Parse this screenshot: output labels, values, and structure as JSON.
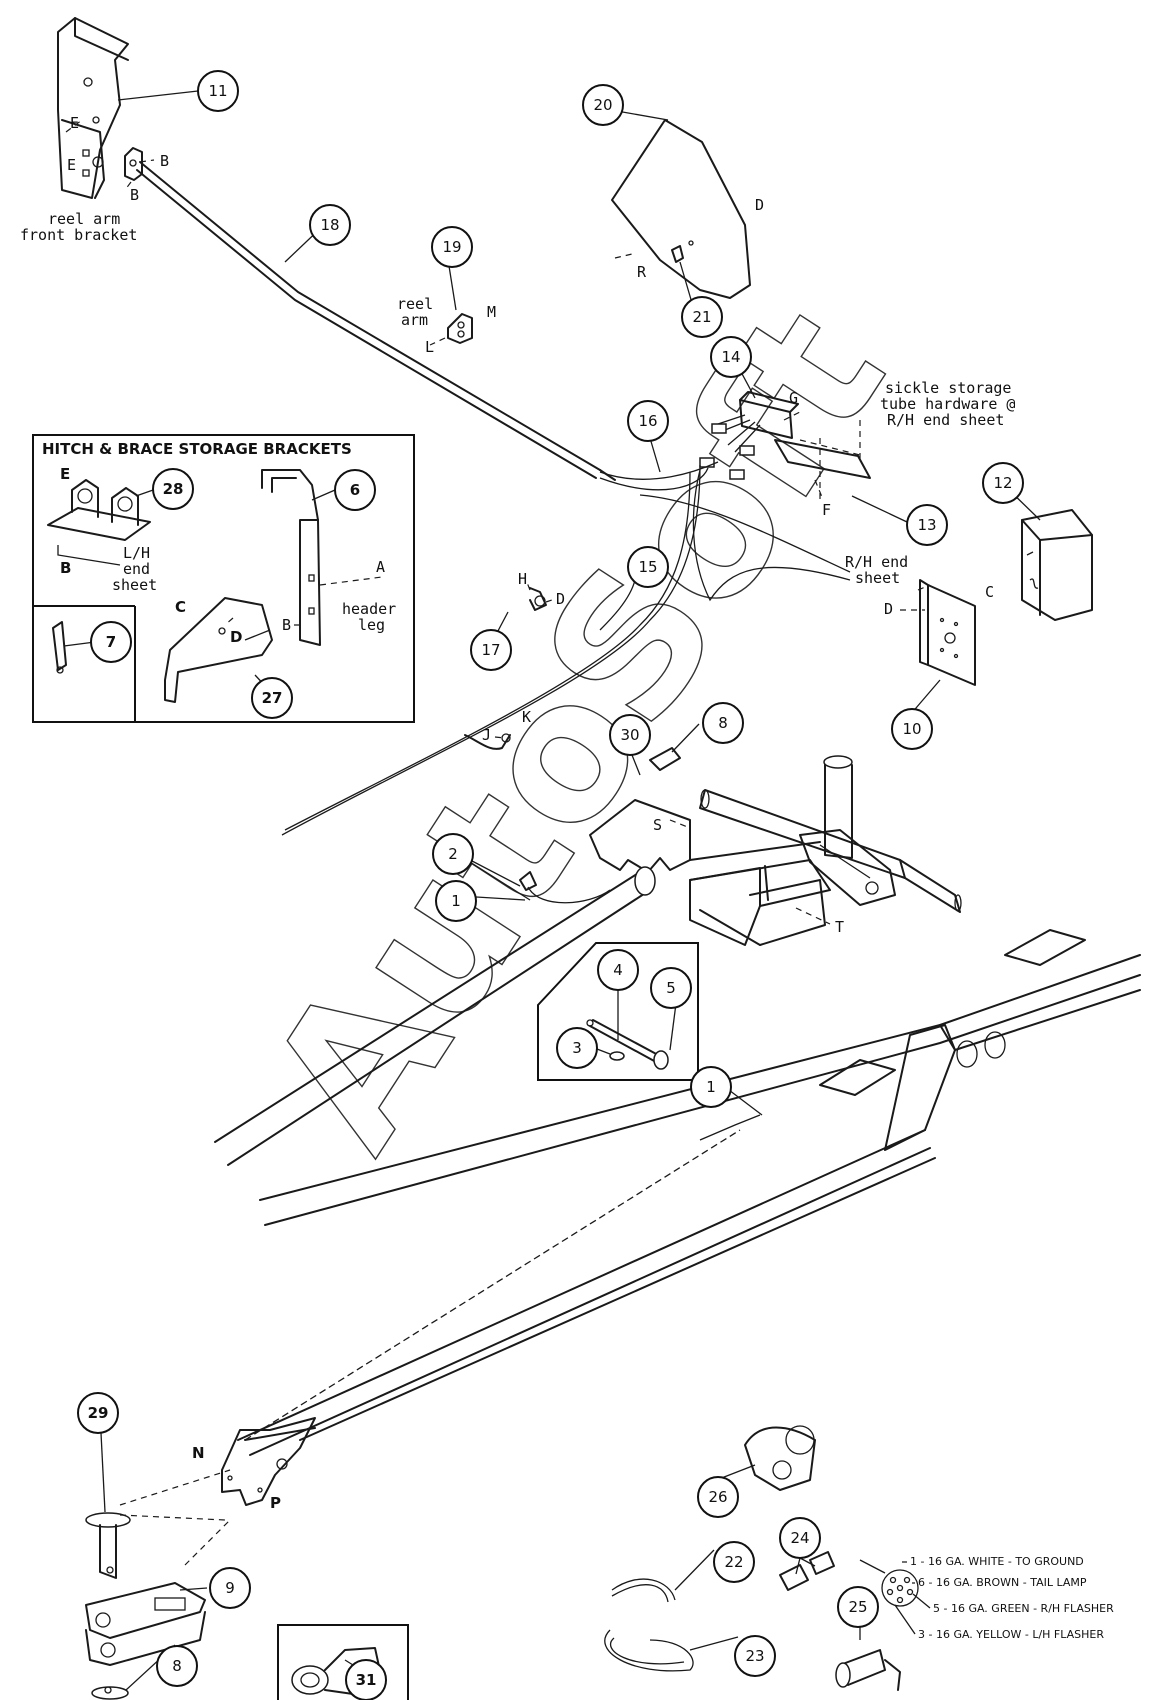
{
  "watermark": "AutoSoft",
  "inset_box": {
    "title": "HITCH & BRACE STORAGE BRACKETS"
  },
  "callouts": [
    {
      "id": "c11",
      "label": "11"
    },
    {
      "id": "c18",
      "label": "18"
    },
    {
      "id": "c19",
      "label": "19"
    },
    {
      "id": "c20",
      "label": "20"
    },
    {
      "id": "c21",
      "label": "21"
    },
    {
      "id": "c14",
      "label": "14"
    },
    {
      "id": "c16",
      "label": "16"
    },
    {
      "id": "c13",
      "label": "13"
    },
    {
      "id": "c12",
      "label": "12"
    },
    {
      "id": "c28",
      "label": "28"
    },
    {
      "id": "c6",
      "label": "6"
    },
    {
      "id": "c7",
      "label": "7"
    },
    {
      "id": "c27",
      "label": "27"
    },
    {
      "id": "c15",
      "label": "15"
    },
    {
      "id": "c17",
      "label": "17"
    },
    {
      "id": "c10",
      "label": "10"
    },
    {
      "id": "c30",
      "label": "30"
    },
    {
      "id": "c8a",
      "label": "8"
    },
    {
      "id": "c2",
      "label": "2"
    },
    {
      "id": "c1a",
      "label": "1"
    },
    {
      "id": "c4",
      "label": "4"
    },
    {
      "id": "c5",
      "label": "5"
    },
    {
      "id": "c3",
      "label": "3"
    },
    {
      "id": "c1b",
      "label": "1"
    },
    {
      "id": "c29",
      "label": "29"
    },
    {
      "id": "c9",
      "label": "9"
    },
    {
      "id": "c8b",
      "label": "8"
    },
    {
      "id": "c31",
      "label": "31"
    },
    {
      "id": "c26",
      "label": "26"
    },
    {
      "id": "c22",
      "label": "22"
    },
    {
      "id": "c24",
      "label": "24"
    },
    {
      "id": "c25",
      "label": "25"
    },
    {
      "id": "c23",
      "label": "23"
    }
  ],
  "labels": {
    "reel_arm_front_bracket_1": "reel arm",
    "reel_arm_front_bracket_2": "front bracket",
    "reel_arm_1": "reel",
    "reel_arm_2": "arm",
    "sickle_1": "sickle storage",
    "sickle_2": "tube hardware @",
    "sickle_3": "R/H end sheet",
    "rh_end_sheet_1": "R/H end",
    "rh_end_sheet_2": "sheet",
    "lh_end_sheet_1": "L/H",
    "lh_end_sheet_2": "end",
    "lh_end_sheet_3": "sheet",
    "header_leg_1": "header",
    "header_leg_2": "leg"
  },
  "letters": [
    {
      "id": "E1",
      "t": "E"
    },
    {
      "id": "E2",
      "t": "E"
    },
    {
      "id": "B1",
      "t": "B"
    },
    {
      "id": "B2",
      "t": "B"
    },
    {
      "id": "D20",
      "t": "D"
    },
    {
      "id": "R21",
      "t": "R"
    },
    {
      "id": "M19",
      "t": "M"
    },
    {
      "id": "L19",
      "t": "L"
    },
    {
      "id": "G14",
      "t": "G"
    },
    {
      "id": "F13",
      "t": "F"
    },
    {
      "id": "C10",
      "t": "C"
    },
    {
      "id": "D10",
      "t": "D"
    },
    {
      "id": "H17",
      "t": "H"
    },
    {
      "id": "D17",
      "t": "D"
    },
    {
      "id": "J15",
      "t": "J"
    },
    {
      "id": "K15",
      "t": "K"
    },
    {
      "id": "S",
      "t": "S"
    },
    {
      "id": "T",
      "t": "T"
    },
    {
      "id": "A6",
      "t": "A"
    },
    {
      "id": "B6",
      "t": "B"
    }
  ],
  "letters_bold": [
    {
      "id": "E28",
      "t": "E"
    },
    {
      "id": "B28",
      "t": "B"
    },
    {
      "id": "C27",
      "t": "C"
    },
    {
      "id": "D27",
      "t": "D"
    },
    {
      "id": "N",
      "t": "N"
    },
    {
      "id": "P",
      "t": "P"
    }
  ],
  "wiring_legend": [
    "1 - 16 GA. WHITE - TO GROUND",
    "6 - 16 GA. BROWN - TAIL LAMP",
    "5 - 16 GA. GREEN - R/H FLASHER",
    "3 - 16 GA. YELLOW - L/H FLASHER"
  ]
}
